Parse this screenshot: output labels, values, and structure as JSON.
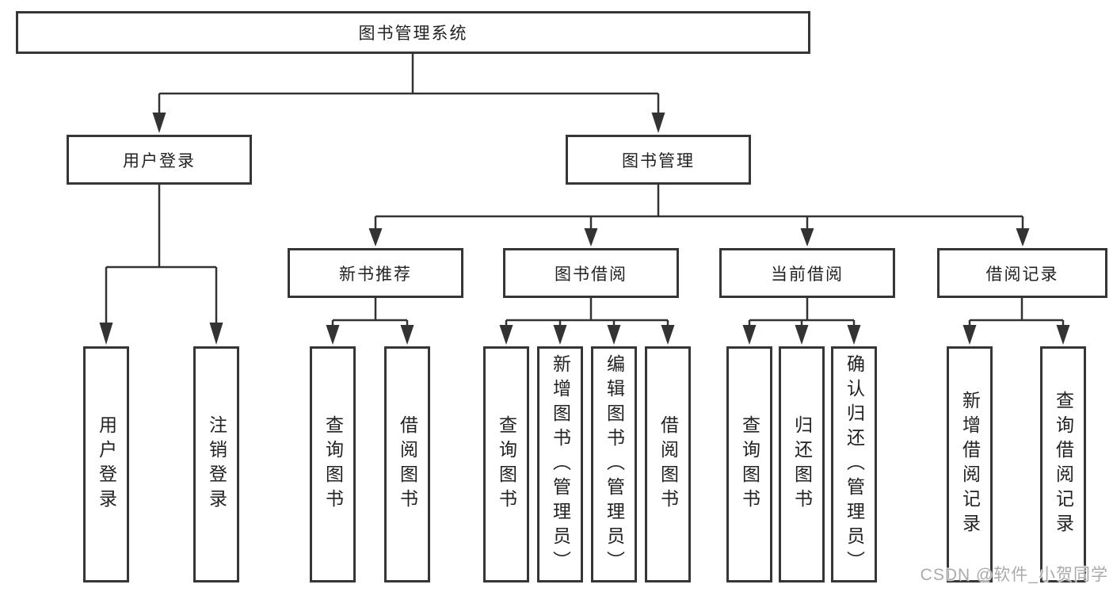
{
  "diagram": {
    "root": "图书管理系统",
    "branches": {
      "user_login": {
        "label": "用户登录",
        "children": [
          "用户登录",
          "注销登录"
        ]
      },
      "book_management": {
        "label": "图书管理",
        "sections": [
          {
            "label": "新书推荐",
            "children": [
              "查询图书",
              "借阅图书"
            ]
          },
          {
            "label": "图书借阅",
            "children": [
              "查询图书",
              "新增图书（管理员）",
              "编辑图书（管理员）",
              "借阅图书"
            ]
          },
          {
            "label": "当前借阅",
            "children": [
              "查询图书",
              "归还图书",
              "确认归还（管理员）"
            ]
          },
          {
            "label": "借阅记录",
            "children": [
              "新增借阅记录",
              "查询借阅记录"
            ]
          }
        ]
      }
    }
  },
  "watermark": {
    "text": "CSDN @软件_小贺同学"
  },
  "colors": {
    "line": "#333333",
    "box_border": "#363636",
    "box_fill": "#ffffff",
    "text": "#222222",
    "watermark": "#aaaaaa"
  }
}
